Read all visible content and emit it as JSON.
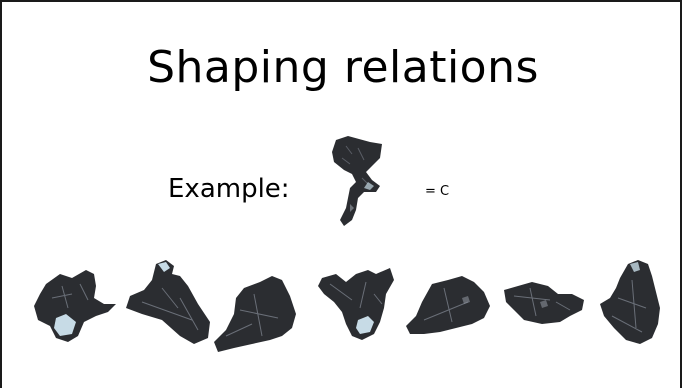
{
  "slide": {
    "title": "Shaping relations",
    "example_label": "Example:",
    "example_value": "= C"
  },
  "colors": {
    "shape_fill": "#2b2d31",
    "shape_light": "#c7dbe6",
    "border": "#1a1a1a"
  },
  "shapes": {
    "example": "map-region-shape",
    "row": [
      "map-region-shape",
      "map-region-shape",
      "map-region-shape",
      "map-region-shape",
      "map-region-shape",
      "map-region-shape",
      "map-region-shape"
    ]
  }
}
